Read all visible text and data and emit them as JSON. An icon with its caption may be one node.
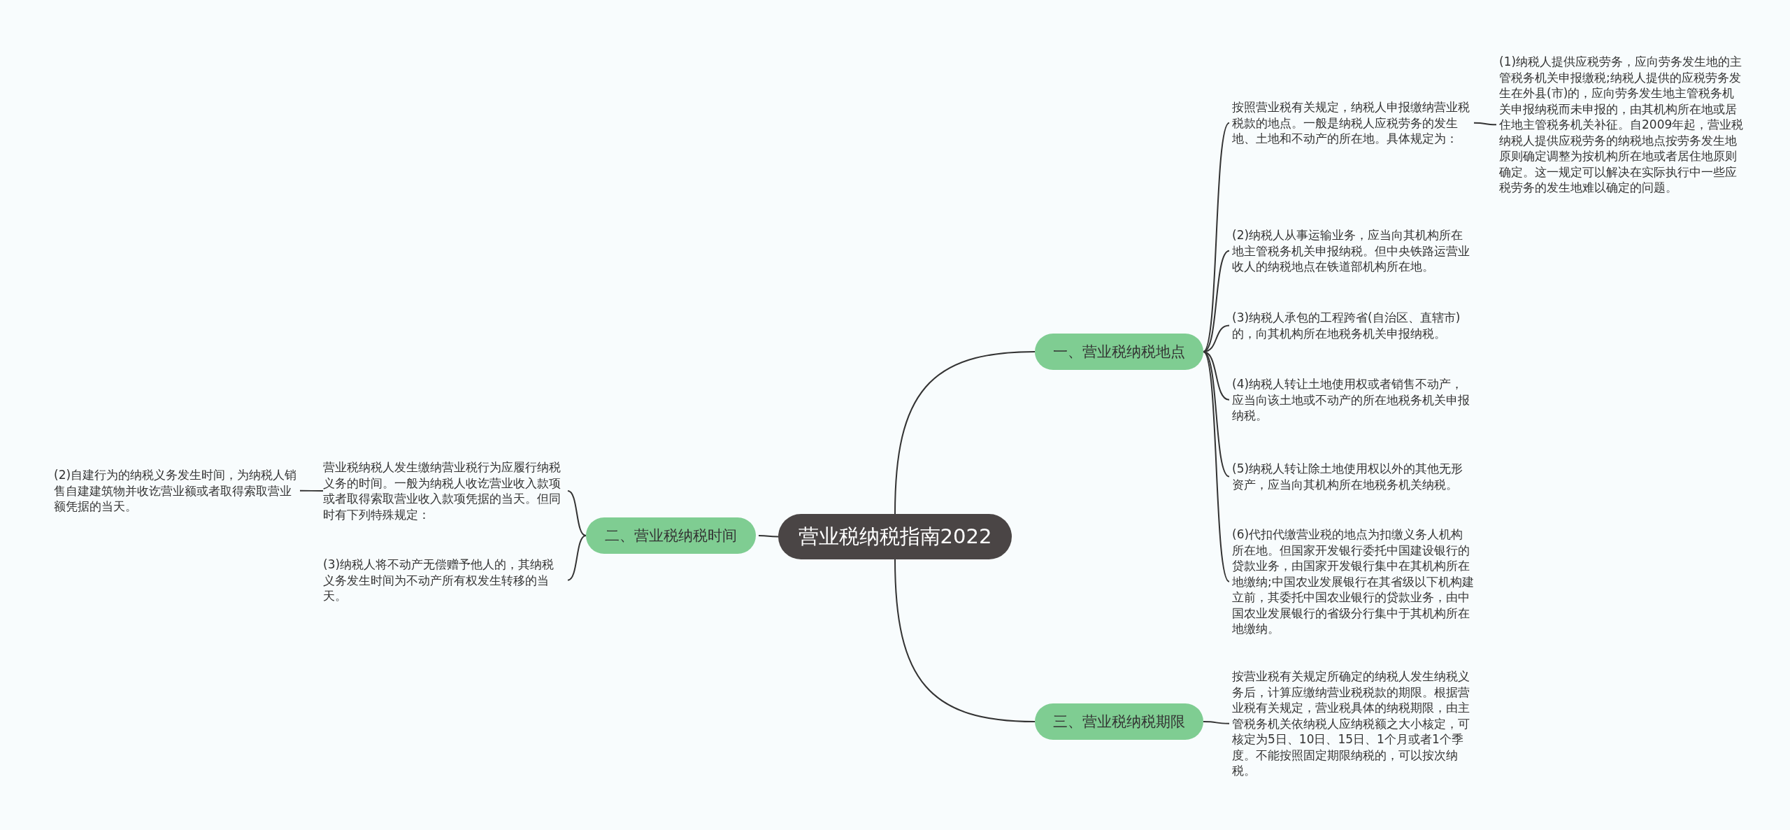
{
  "diagram": {
    "nodes": [
      {
        "text": [
          "营业税纳税指南2022"
        ]
      },
      {
        "text": [
          "一、营业税纳税地点"
        ]
      },
      {
        "text": [
          "按照营业税有关规定，纳税人申报缴纳营业税税款的地点。一般是纳税人应税劳务的发生地、土地和不动产的所在地。具体规定为："
        ]
      },
      {
        "text": [
          "(1)纳税人提供应税劳务，应向劳务发生地的主管税务机关申报缴税;纳税人提供的应税劳务发生在外县(市)的，应向劳务发生地主管税务机关申报纳税而未申报的，由其机构所在地或居住地主管税务机关补征。自2009年起，营业税纳税人提供应税劳务的纳税地点按劳务发生地原则确定调整为按机构所在地或者居住地原则确定。这一规定可以解决在实际执行中一些应税劳务的发生地难以确定的问题。"
        ]
      },
      {
        "text": [
          "(2)纳税人从事运输业务，应当向其机构所在地主管税务机关申报纳税。但中央铁路运营业收人的纳税地点在铁道部机构所在地。"
        ]
      },
      {
        "text": [
          "(3)纳税人承包的工程跨省(自治区、直辖市)的，向其机构所在地税务机关申报纳税。"
        ]
      },
      {
        "text": [
          "(4)纳税人转让土地使用权或者销售不动产，应当向该土地或不动产的所在地税务机关申报纳税。"
        ]
      },
      {
        "text": [
          "(5)纳税人转让除土地使用权以外的其他无形资产，应当向其机构所在地税务机关纳税。"
        ]
      },
      {
        "text": [
          "(6)代扣代缴营业税的地点为扣缴义务人机构所在地。但国家开发银行委托中国建设银行的贷款业务，由国家开发银行集中在其机构所在地缴纳;中国农业发展银行在其省级以下机构建立前，其委托中国农业银行的贷款业务，由中国农业发展银行的省级分行集中于其机构所在地缴纳。"
        ]
      },
      {
        "text": [
          "三、营业税纳税期限"
        ]
      },
      {
        "text": [
          "按营业税有关规定所确定的纳税人发生纳税义务后，计算应缴纳营业税税款的期限。根据营业税有关规定，营业税具体的纳税期限，由主管税务机关依纳税人应纳税额之大小核定，可核定为5日、10日、15日、1个月或者1个季度。不能按照固定期限纳税的，可以按次纳税。"
        ]
      },
      {
        "text": [
          "二、营业税纳税时间"
        ]
      },
      {
        "text": [
          "营业税纳税人发生缴纳营业税行为应履行纳税义务的时间。一般为纳税人收讫营业收入款项或者取得索取营业收入款项凭据的当天。但同时有下列特殊规定："
        ]
      },
      {
        "text": [
          "(2)自建行为的纳税义务发生时间，为纳税人销售自建建筑物并收讫营业额或者取得索取营业额凭据的当天。"
        ]
      },
      {
        "text": [
          "(3)纳税人将不动产无偿赠予他人的，其纳税义务发生时间为不动产所有权发生转移的当天。"
        ]
      }
    ],
    "edges": [
      {
        "from": 0,
        "to": 1,
        "arrow": "none"
      },
      {
        "from": 1,
        "to": 2,
        "arrow": "none"
      },
      {
        "from": 2,
        "to": 3,
        "arrow": "none"
      },
      {
        "from": 1,
        "to": 4,
        "arrow": "none"
      },
      {
        "from": 1,
        "to": 5,
        "arrow": "none"
      },
      {
        "from": 1,
        "to": 6,
        "arrow": "none"
      },
      {
        "from": 1,
        "to": 7,
        "arrow": "none"
      },
      {
        "from": 1,
        "to": 8,
        "arrow": "none"
      },
      {
        "from": 0,
        "to": 9,
        "arrow": "none"
      },
      {
        "from": 9,
        "to": 10,
        "arrow": "none"
      },
      {
        "from": 0,
        "to": 11,
        "arrow": "none"
      },
      {
        "from": 11,
        "to": 12,
        "arrow": "none"
      },
      {
        "from": 12,
        "to": 13,
        "arrow": "none"
      },
      {
        "from": 11,
        "to": 14,
        "arrow": "none"
      }
    ]
  }
}
